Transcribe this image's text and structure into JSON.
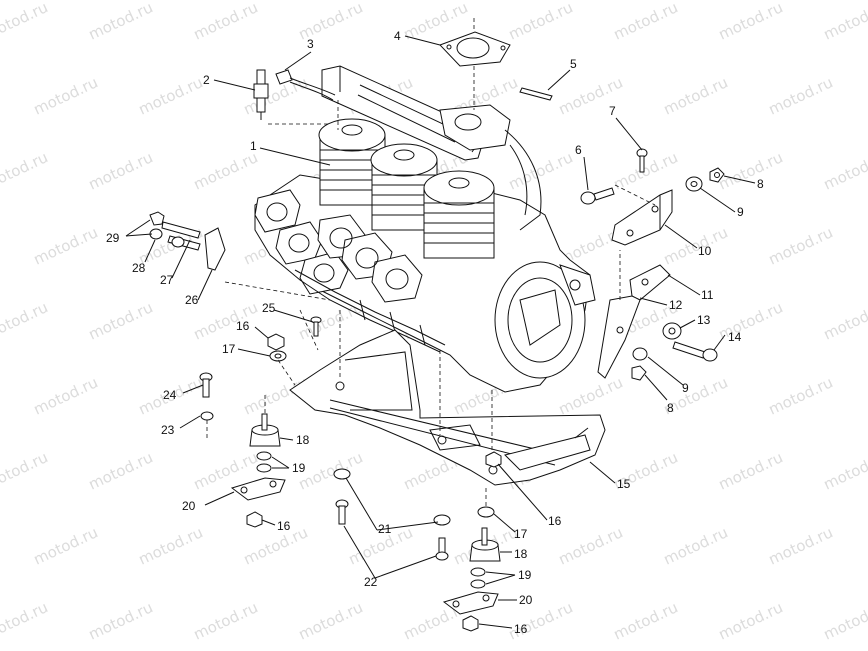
{
  "watermark": "motod.ru",
  "callouts": [
    {
      "id": "c1",
      "label": "1"
    },
    {
      "id": "c2",
      "label": "2"
    },
    {
      "id": "c3",
      "label": "3"
    },
    {
      "id": "c4",
      "label": "4"
    },
    {
      "id": "c5",
      "label": "5"
    },
    {
      "id": "c6",
      "label": "6"
    },
    {
      "id": "c7",
      "label": "7"
    },
    {
      "id": "c8a",
      "label": "8"
    },
    {
      "id": "c9a",
      "label": "9"
    },
    {
      "id": "c10",
      "label": "10"
    },
    {
      "id": "c11",
      "label": "11"
    },
    {
      "id": "c12",
      "label": "12"
    },
    {
      "id": "c13",
      "label": "13"
    },
    {
      "id": "c14",
      "label": "14"
    },
    {
      "id": "c9b",
      "label": "9"
    },
    {
      "id": "c8b",
      "label": "8"
    },
    {
      "id": "c15",
      "label": "15"
    },
    {
      "id": "c16a",
      "label": "16"
    },
    {
      "id": "c17a",
      "label": "17"
    },
    {
      "id": "c25",
      "label": "25"
    },
    {
      "id": "c24",
      "label": "24"
    },
    {
      "id": "c23",
      "label": "23"
    },
    {
      "id": "c18a",
      "label": "18"
    },
    {
      "id": "c19a",
      "label": "19"
    },
    {
      "id": "c20a",
      "label": "20"
    },
    {
      "id": "c16b",
      "label": "16"
    },
    {
      "id": "c21",
      "label": "21"
    },
    {
      "id": "c22",
      "label": "22"
    },
    {
      "id": "c16c",
      "label": "16"
    },
    {
      "id": "c17b",
      "label": "17"
    },
    {
      "id": "c18b",
      "label": "18"
    },
    {
      "id": "c19b",
      "label": "19"
    },
    {
      "id": "c20b",
      "label": "20"
    },
    {
      "id": "c16d",
      "label": "16"
    },
    {
      "id": "c26",
      "label": "26"
    },
    {
      "id": "c27",
      "label": "27"
    },
    {
      "id": "c28",
      "label": "28"
    },
    {
      "id": "c29",
      "label": "29"
    }
  ]
}
